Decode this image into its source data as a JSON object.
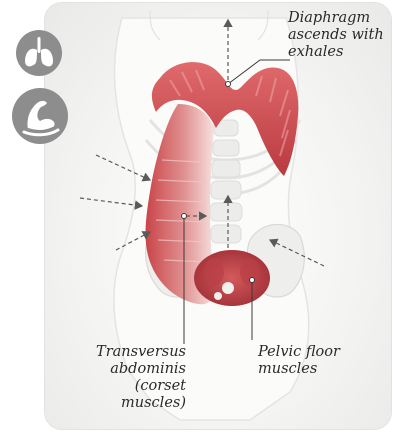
{
  "labels": {
    "diaphragm": [
      "Diaphragm",
      "ascends with",
      "exhales"
    ],
    "transversus": [
      "Transversus",
      "abdominis",
      "(corset muscles)"
    ],
    "pelvic": [
      "Pelvic floor",
      "muscles"
    ]
  },
  "icons": [
    "lungs-icon",
    "flexing-arm-icon"
  ],
  "colors": {
    "muscle": "#c9474c",
    "muscle_light": "#e79a99",
    "arrow": "#5a5a5a",
    "icon_bg": "#8d8d8d"
  }
}
